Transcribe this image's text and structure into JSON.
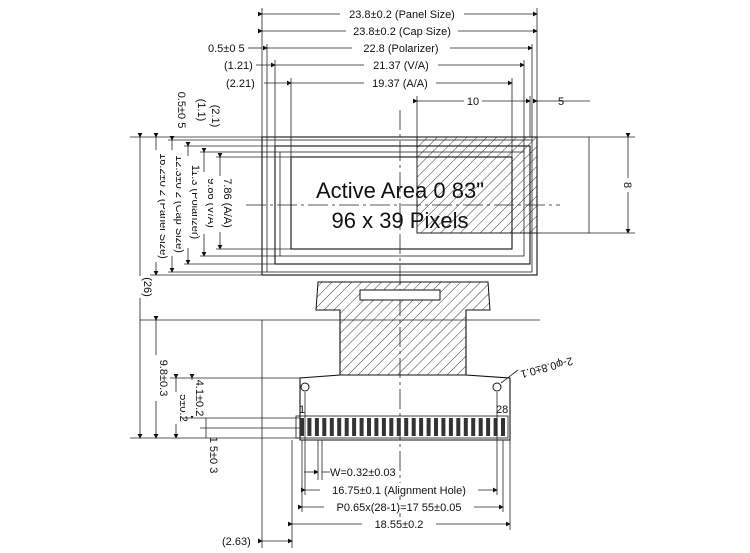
{
  "dims_top": {
    "panel_w": "23.8±0.2 (Panel Size)",
    "cap_w": "23.8±0.2 (Cap Size)",
    "pol_offset": "0.5±0 5",
    "pol_w": "22.8 (Polarizer)",
    "va_offset": "(1.21)",
    "va_w": "21.37 (V/A)",
    "aa_offset": "(2.21)",
    "aa_w": "19.37 (A/A)",
    "detail_w10": "10",
    "detail_w5": "5"
  },
  "dims_left": {
    "panel_h": "16.2±0 2 (Panel Size)",
    "cap_h": "12.3±0 2 (Cap Size)",
    "pol_h": "11.3 (Polarizer)",
    "va_h": "9.86 (V/A)",
    "aa_h": "7.86 (A/A)",
    "top_off1": "0.5±0 5",
    "top_off2": "(1.1)",
    "top_off3": "(2.1)",
    "total_h": "(26)",
    "tail_h": "9.8±0.3",
    "pin_y1": "4.1±0.2",
    "pin_y2": "5±0.2",
    "pin_y3": "1 5±0 3"
  },
  "dims_right": {
    "detail_h": "8",
    "hole": "2-φ0.8±0.1"
  },
  "active_area": {
    "line1": "Active Area 0 83\"",
    "line2": "96 x 39 Pixels"
  },
  "dims_bottom": {
    "pin_w": "W=0.32±0.03",
    "align_hole": "16.75±0.1 (Alignment Hole)",
    "pitch": "P0.65x(28-1)=17 55±0.05",
    "fpc_w": "18.55±0.2",
    "fpc_off": "(2.63)"
  },
  "pins": {
    "first": "1",
    "last": "28",
    "count": 28
  }
}
